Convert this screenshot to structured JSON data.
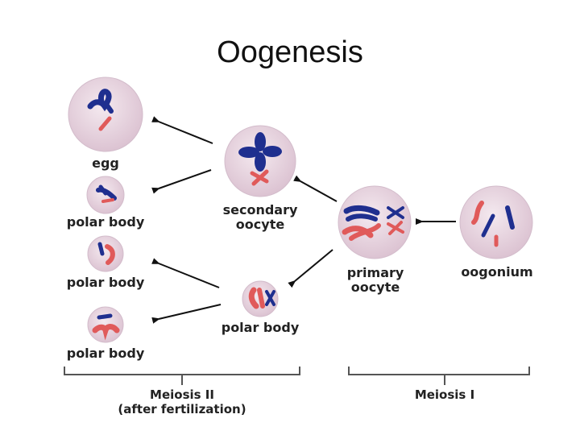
{
  "title": "Oogenesis",
  "labels": {
    "egg": "egg",
    "polar_body": "polar body",
    "secondary_oocyte_1": "secondary",
    "secondary_oocyte_2": "oocyte",
    "primary_oocyte_1": "primary",
    "primary_oocyte_2": "oocyte",
    "oogonium": "oogonium",
    "meiosis_ii_1": "Meiosis II",
    "meiosis_ii_2": "(after fertilization)",
    "meiosis_i": "Meiosis I"
  },
  "colors": {
    "cell_fill": "#e9d8e2",
    "cell_edge": "#d3bccb",
    "blue_chromosome": "#1f2f8f",
    "red_chromosome": "#e05a5a",
    "arrow": "#111111",
    "bracket": "#555555"
  }
}
